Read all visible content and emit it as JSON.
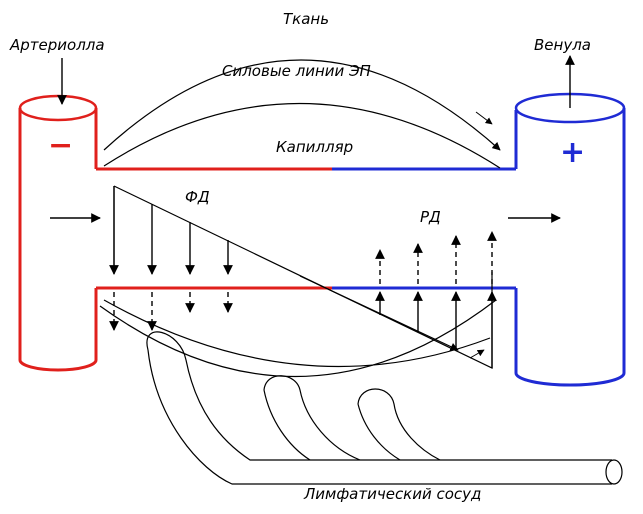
{
  "labels": {
    "arteriole": "Артериолла",
    "venule": "Венула",
    "tissue": "Ткань",
    "field_lines": "Силовые линии ЭП",
    "capillary": "Капилляр",
    "filtration": "ФД",
    "reabsorption": "РД",
    "lymph_vessel": "Лимфатический сосуд",
    "minus": "−",
    "plus": "+"
  },
  "colors": {
    "arterial": "#e0201c",
    "venous": "#1f2bd4",
    "lines": "#000000",
    "background": "#ffffff"
  }
}
